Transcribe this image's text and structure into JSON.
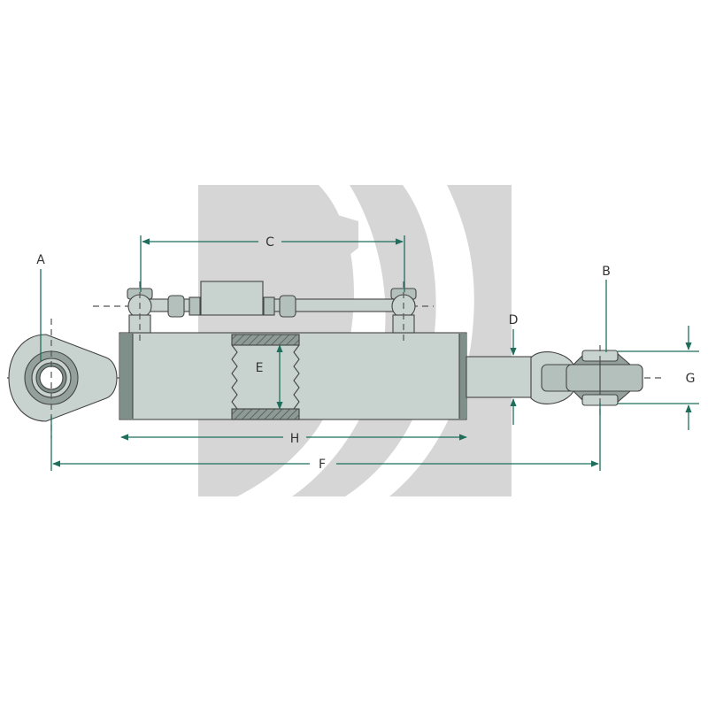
{
  "labels": {
    "a": "A",
    "b": "B",
    "c": "C",
    "d": "D",
    "e": "E",
    "f": "F",
    "g": "G",
    "h": "H"
  },
  "colors": {
    "body": "#c8d3cf",
    "body_dark": "#93a09b",
    "end_cap": "#7f8f89",
    "dimension": "#1f6e5c",
    "watermark": "#d6d6d6"
  }
}
